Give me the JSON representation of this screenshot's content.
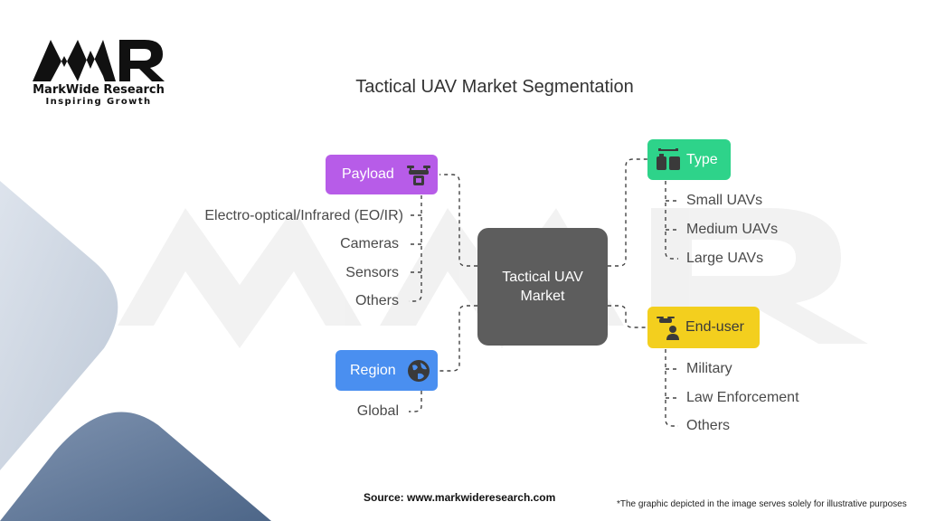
{
  "brand": {
    "logo_text": "MWR",
    "name": "MarkWide Research",
    "tagline": "Inspiring Growth"
  },
  "title": "Tactical UAV Market Segmentation",
  "center": {
    "label": "Tactical UAV Market"
  },
  "segments": {
    "payload": {
      "label": "Payload",
      "icon": "drone-payload-icon",
      "color": "#b75ce8",
      "items": [
        "Electro-optical/Infrared (EO/IR)",
        "Cameras",
        "Sensors",
        "Others"
      ]
    },
    "region": {
      "label": "Region",
      "icon": "globe-icon",
      "color": "#4a8ff0",
      "items": [
        "Global"
      ]
    },
    "type": {
      "label": "Type",
      "icon": "uav-type-icon",
      "color": "#2ed38a",
      "items": [
        "Small UAVs",
        "Medium UAVs",
        "Large UAVs"
      ]
    },
    "enduser": {
      "label": "End-user",
      "icon": "drone-user-icon",
      "color": "#f3cf1e",
      "items": [
        "Military",
        "Law Enforcement",
        "Others"
      ]
    }
  },
  "footer": {
    "source": "Source: www.markwideresearch.com",
    "disclaimer": "*The graphic depicted in the image serves solely for illustrative purposes"
  }
}
